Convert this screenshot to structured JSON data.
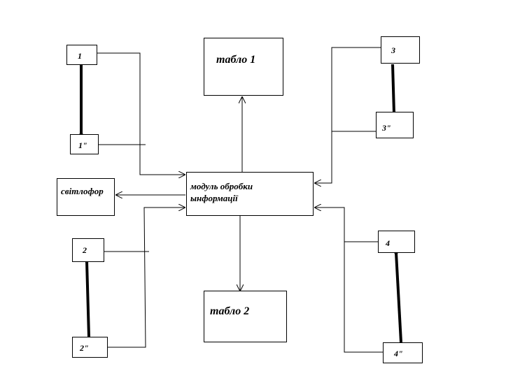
{
  "nodes": {
    "sensor_1": "1",
    "sensor_1b": "1\"",
    "sensor_2": "2",
    "sensor_2b": "2\"",
    "sensor_3": "3",
    "sensor_3b": "3\"",
    "sensor_4": "4",
    "sensor_4b": "4\"",
    "tablo_1": "табло 1",
    "tablo_2": "табло 2",
    "traffic_light": "світлофор",
    "module_line1": "модуль обробки",
    "module_line2": "ынформації"
  }
}
